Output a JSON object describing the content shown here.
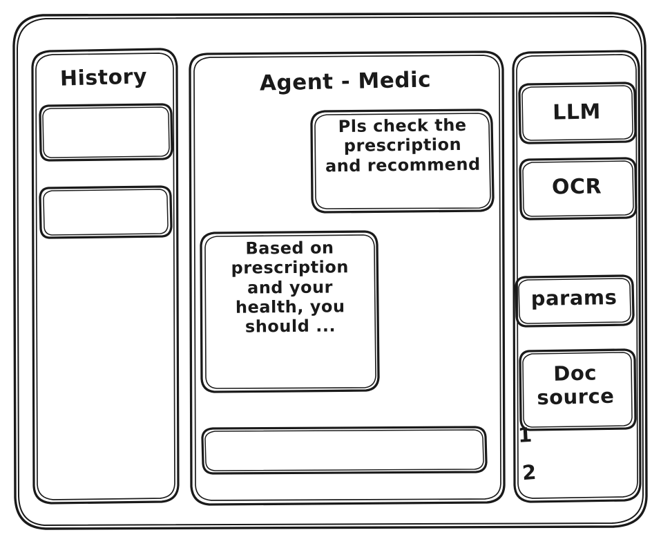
{
  "meta": {
    "style": "hand-drawn-wireframe",
    "stroke_color": "#1a1a1a",
    "background_color": "#ffffff"
  },
  "window": {
    "frame_label": "app-window-frame"
  },
  "sidebar_left": {
    "title": "History",
    "items": [
      {
        "label": "",
        "name": "history-item-1"
      },
      {
        "label": "",
        "name": "history-item-2"
      }
    ]
  },
  "main": {
    "title": "Agent - Medic",
    "messages": [
      {
        "role": "user",
        "text": "Pls check the\nprescription\nand recommend"
      },
      {
        "role": "assistant",
        "text": "Based on\nprescription\nand your\nhealth, you\nshould ..."
      }
    ],
    "composer": {
      "value": "",
      "placeholder": ""
    }
  },
  "sidebar_right": {
    "buttons": [
      {
        "label": "LLM",
        "name": "llm-button"
      },
      {
        "label": "OCR",
        "name": "ocr-button"
      },
      {
        "label": "params",
        "name": "params-button"
      },
      {
        "label": "Doc\nsource",
        "name": "doc-source-button"
      }
    ],
    "source_list": [
      {
        "label": "1"
      },
      {
        "label": "2"
      }
    ]
  }
}
